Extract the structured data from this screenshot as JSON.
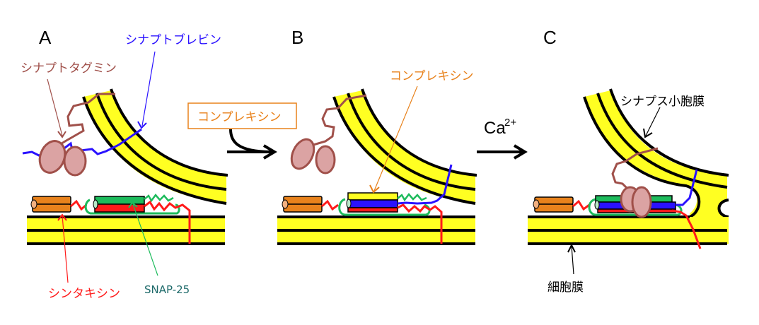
{
  "figure": {
    "panels": [
      {
        "id": "A",
        "label": "A"
      },
      {
        "id": "B",
        "label": "B"
      },
      {
        "id": "C",
        "label": "C"
      }
    ],
    "labels": {
      "synaptobrevin": "シナプトブレビン",
      "synaptotagmin": "シナプトタグミン",
      "syntaxin": "シンタキシン",
      "snap25": "SNAP-25",
      "complexin_box": "コンプレキシン",
      "complexin_b": "コンプレキシン",
      "vesicle_membrane": "シナプス小胞膜",
      "plasma_membrane": "細胞膜",
      "calcium": "Ca",
      "calcium_charge": "2+"
    },
    "colors": {
      "membrane_fill": "#ffff22",
      "synaptobrevin": "#2a12ff",
      "synaptotagmin": "#a0504a",
      "synaptotagmin_c2": "#dba3a3",
      "syntaxin": "#ff1a1a",
      "snap25": "#1dbb5c",
      "complexin": "#e8821c",
      "habc": "#e8821c"
    }
  }
}
